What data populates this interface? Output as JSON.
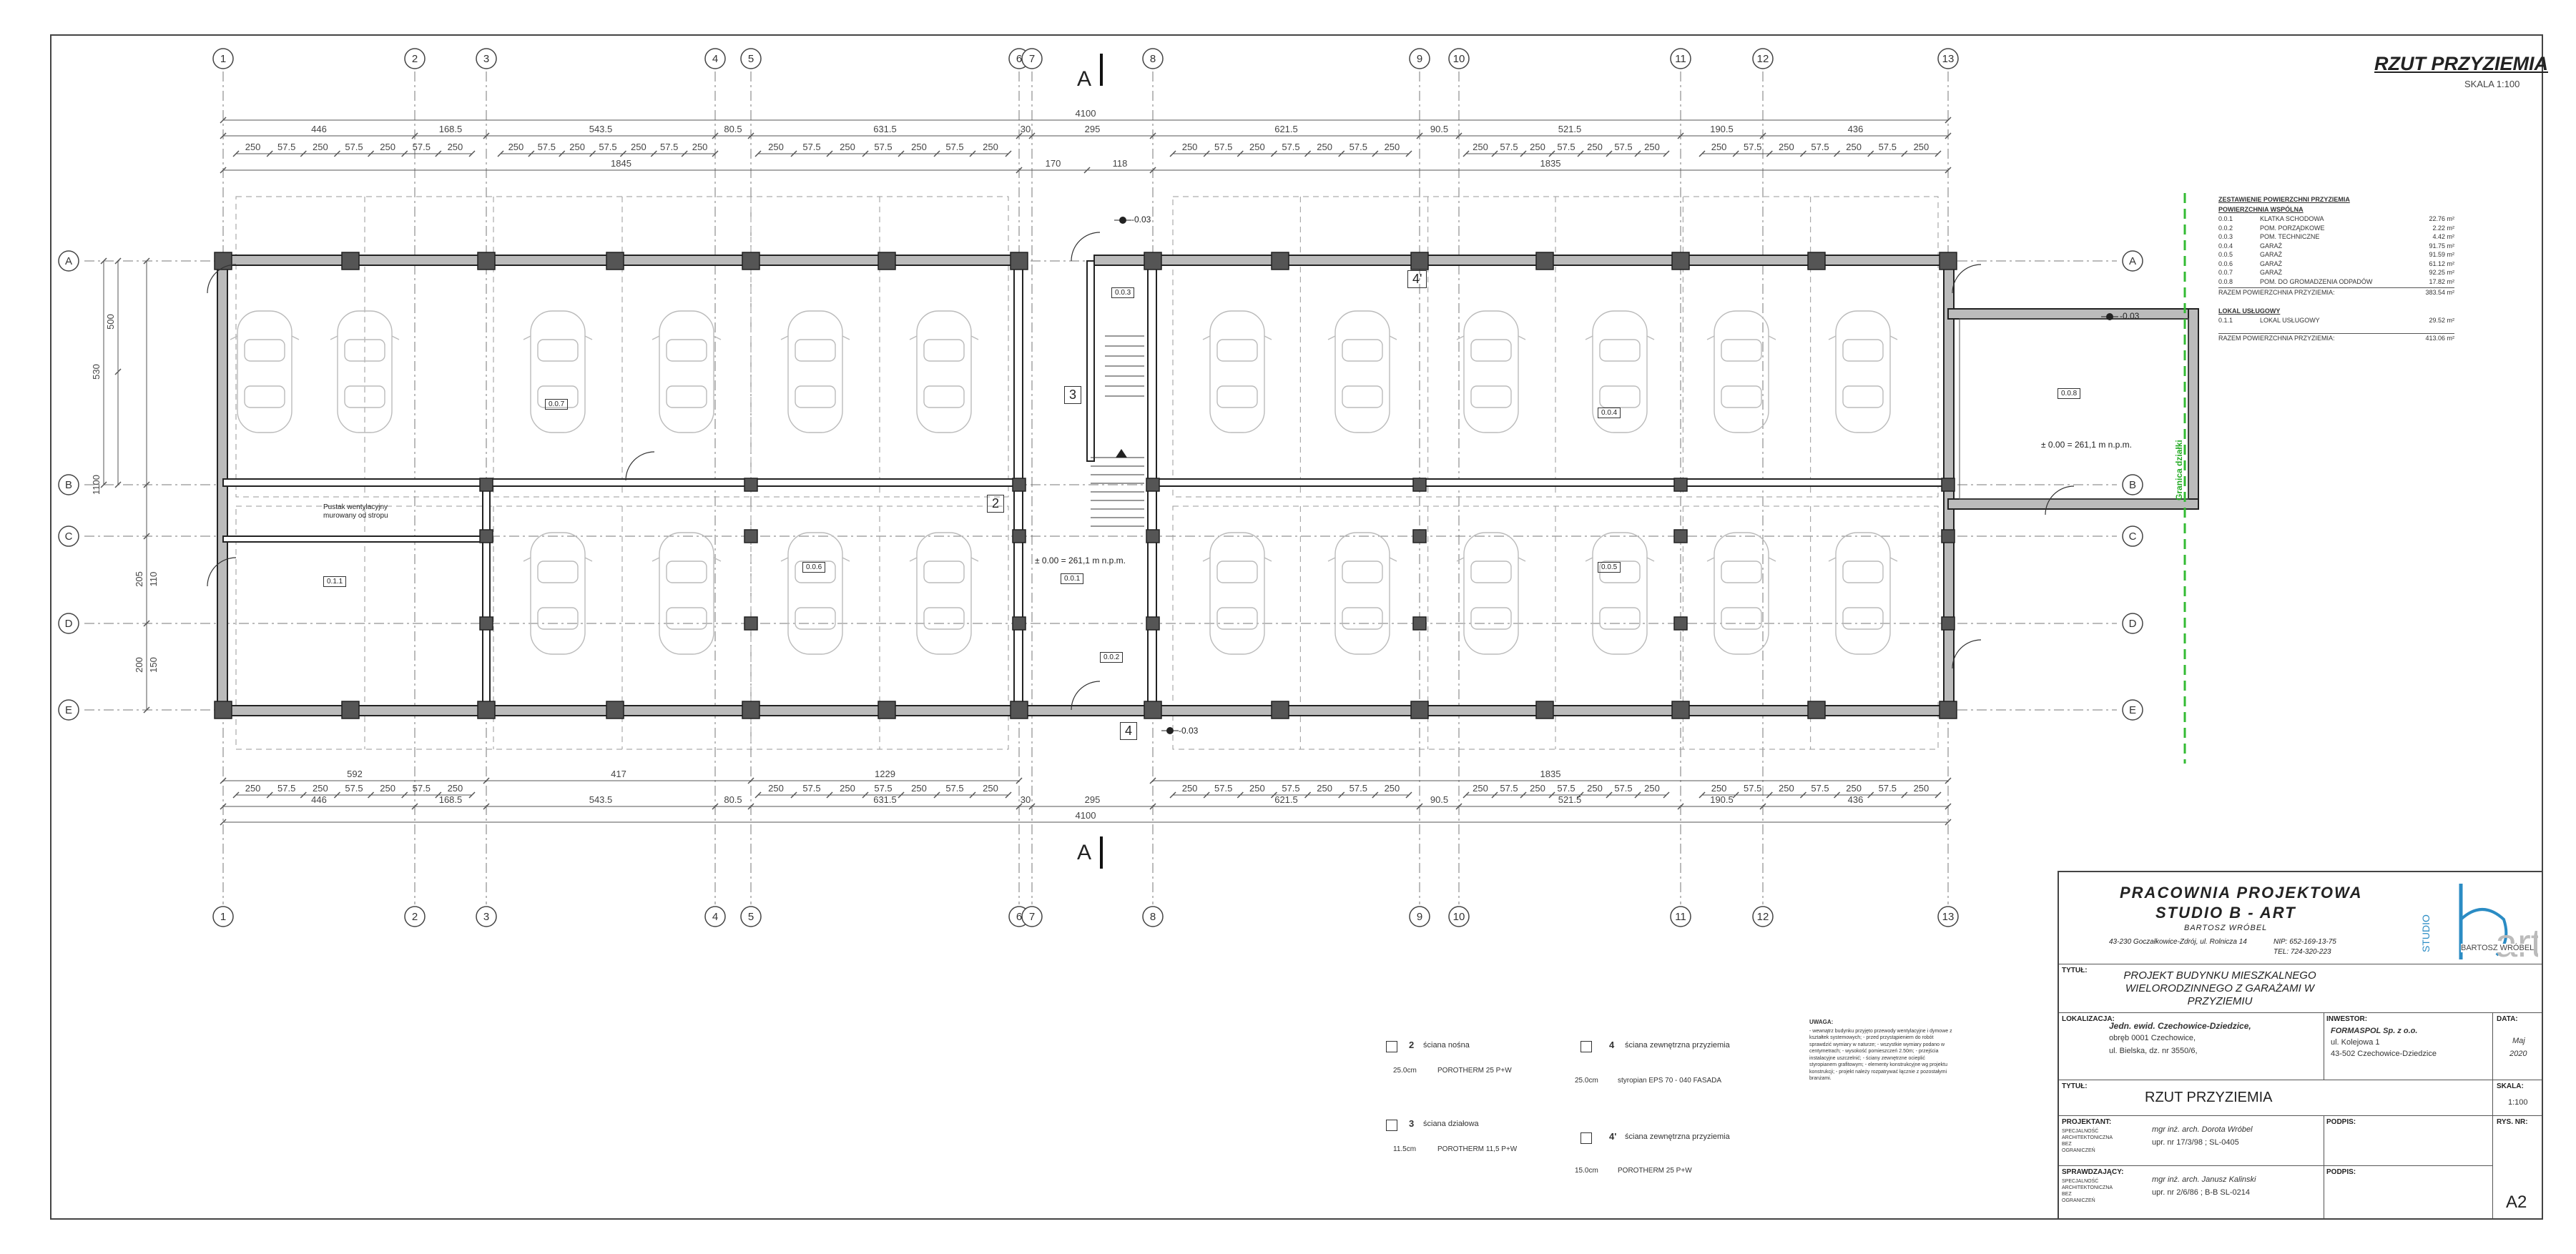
{
  "sheet": {
    "title": "RZUT PRZYZIEMIA",
    "scale_label": "SKALA 1:100"
  },
  "axes": {
    "columns": [
      "1",
      "2",
      "3",
      "4",
      "5",
      "6",
      "7",
      "8",
      "9",
      "10",
      "11",
      "12",
      "13"
    ],
    "rows": [
      "A",
      "B",
      "C",
      "D",
      "E"
    ]
  },
  "section_marker": "A",
  "dimensions": {
    "overall": "4100",
    "top_chain": [
      "446",
      "168.5",
      "543.5",
      "80.5",
      "631.5",
      "30",
      "295",
      "621.5",
      "90.5",
      "521.5",
      "190.5",
      "436"
    ],
    "top_sub": [
      "1845",
      "170",
      "118",
      "1835"
    ],
    "bottom_sub": [
      "592",
      "417",
      "1229",
      "1835"
    ],
    "bays": [
      "250",
      "57.5",
      "250",
      "57.5",
      "250",
      "57.5",
      "250"
    ],
    "left": [
      "530",
      "500",
      "1100",
      "205",
      "110",
      "200",
      "150"
    ]
  },
  "levels": {
    "main": "± 0.00 = 261,1 m n.p.m.",
    "entry": "± 0.00 = 261,1 m n.p.m.",
    "minus": "-0.03"
  },
  "rooms": [
    "0.0.1",
    "0.0.2",
    "0.0.3",
    "0.0.4",
    "0.0.5",
    "0.0.6",
    "0.0.7",
    "0.0.8",
    "0.1.1"
  ],
  "stair_numbers": [
    "2",
    "3",
    "4",
    "4'"
  ],
  "vent_label": "Pustak wentylacyjny murowany od stropu",
  "plot_boundary": "Granica działki",
  "areas": {
    "heading": "ZESTAWIENIE POWIERZCHNI PRZYZIEMIA",
    "common_heading": "POWIERZCHNIA WSPÓLNA",
    "common": [
      {
        "no": "0.0.1",
        "name": "KLATKA SCHODOWA",
        "area": "22.76 m²"
      },
      {
        "no": "0.0.2",
        "name": "POM. PORZĄDKOWE",
        "area": "2.22 m²"
      },
      {
        "no": "0.0.3",
        "name": "POM. TECHNICZNE",
        "area": "4.42 m²"
      },
      {
        "no": "0.0.4",
        "name": "GARAŻ",
        "area": "91.75 m²"
      },
      {
        "no": "0.0.5",
        "name": "GARAŻ",
        "area": "91.59 m²"
      },
      {
        "no": "0.0.6",
        "name": "GARAŻ",
        "area": "61.12 m²"
      },
      {
        "no": "0.0.7",
        "name": "GARAŻ",
        "area": "92.25 m²"
      },
      {
        "no": "0.0.8",
        "name": "POM. DO GROMADZENIA ODPADÓW",
        "area": "17.82 m²"
      }
    ],
    "common_total_label": "RAZEM POWIERZCHNIA PRZYZIEMIA:",
    "common_total": "383.54 m²",
    "service_heading": "LOKAL USŁUGOWY",
    "service": [
      {
        "no": "0.1.1",
        "name": "LOKAL USŁUGOWY",
        "area": "29.52 m²"
      }
    ],
    "grand_total_label": "RAZEM POWIERZCHNIA PRZYZIEMIA:",
    "grand_total": "413.06 m²"
  },
  "legend": {
    "items": [
      {
        "no": "2",
        "label": "ściana nośna"
      },
      {
        "no": "3",
        "label": "ściana działowa"
      },
      {
        "no": "4",
        "label": "ściana zewnętrzna przyziemia"
      },
      {
        "no": "4'",
        "label": "ściana zewnętrzna przyziemia"
      }
    ],
    "layer_texts": [
      "POROTHERM 25 P+W",
      "POROTHERM 11,5 P+W",
      "styropian EPS 70 - 040 FASADA",
      "POROTHERM 25 P+W"
    ],
    "layer_thk": [
      "25.0cm",
      "11.5cm",
      "25.0cm",
      "15.0cm"
    ]
  },
  "notes_heading": "UWAGA:",
  "notes": "- wewnątrz budynku przyjęto przewody wentylacyjne i dymowe z kształtek systemowych; - przed przystąpieniem do robót sprawdzić wymiary w naturze; - wszystkie wymiary podano w centymetrach; - wysokość pomieszczeń 2.50m; - przejścia instalacyjne uszczelnić; - ściany zewnętrzne ocieplić styropianem grafitowym; - elementy konstrukcyjne wg projektu konstrukcji; - projekt należy rozpatrywać łącznie z pozostałymi branżami.",
  "title_block": {
    "studio": "PRACOWNIA PROJEKTOWA",
    "studio2": "STUDIO B - ART",
    "author": "BARTOSZ WRÓBEL",
    "address": "43-230 Goczałkowice-Zdrój, ul. Rolnicza 14",
    "nip": "NIP: 652-169-13-75",
    "tel": "TEL: 724-320-223",
    "logo_text": "STUDIO",
    "logo_name": "BARTOSZ WRÓBEL",
    "title_cap": "TYTUŁ:",
    "project": "PROJEKT BUDYNKU MIESZKALNEGO WIELORODZINNEGO Z GARAŻAMI W PRZYZIEMIU",
    "location_cap": "LOKALIZACJA:",
    "location": [
      "Jedn. ewid. Czechowice-Dziedzice,",
      "obręb 0001 Czechowice,",
      "ul. Bielska, dz. nr 3550/6,"
    ],
    "investor_cap": "INWESTOR:",
    "investor": [
      "FORMASPOL Sp. z o.o.",
      "ul. Kolejowa 1",
      "43-502 Czechowice-Dziedzice"
    ],
    "date_cap": "DATA:",
    "date": [
      "Maj",
      "2020"
    ],
    "drawing_title_cap": "TYTUŁ:",
    "drawing_title": "RZUT PRZYZIEMIA",
    "scale_cap": "SKALA:",
    "scale": "1:100",
    "designer_cap": "PROJEKTANT:",
    "designer": [
      "mgr inż. arch. Dorota Wróbel",
      "upr. nr 17/3/98 ; SL-0405"
    ],
    "checker_cap": "SPRAWDZAJĄCY:",
    "checker": [
      "mgr inż. arch. Janusz Kalinski",
      "upr. nr 2/6/86 ; B-B SL-0214"
    ],
    "sign_cap": "PODPIS:",
    "sheet_cap": "RYS. NR:",
    "sheet_no": "A2",
    "branch": "SPECJALNOŚĆ ARCHITEKTONICZNA BEZ OGRANICZEŃ"
  }
}
